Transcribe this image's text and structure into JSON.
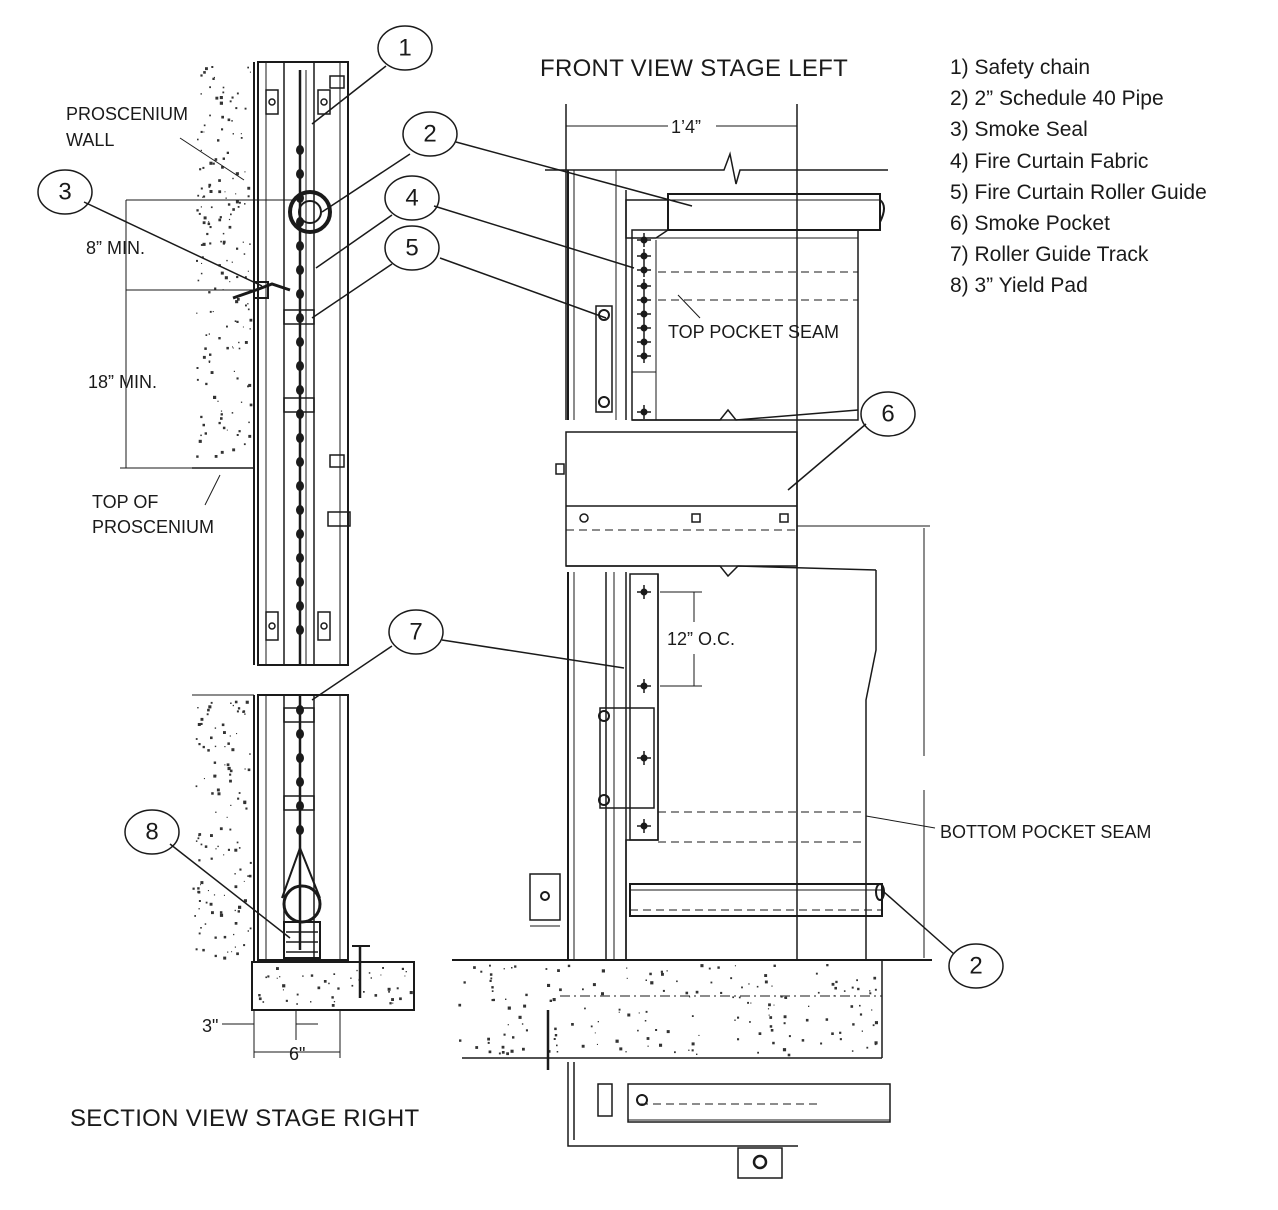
{
  "views": {
    "front_title": "FRONT VIEW STAGE LEFT",
    "section_title": "SECTION VIEW STAGE RIGHT"
  },
  "legend": [
    {
      "label": "1) Safety chain"
    },
    {
      "label": "2) 2” Schedule 40 Pipe"
    },
    {
      "label": "3) Smoke Seal"
    },
    {
      "label": "4) Fire Curtain Fabric"
    },
    {
      "label": "5) Fire Curtain Roller Guide"
    },
    {
      "label": "6) Smoke Pocket"
    },
    {
      "label": "7) Roller Guide Track"
    },
    {
      "label": "8) 3” Yield Pad"
    }
  ],
  "callouts": [
    "1",
    "2",
    "3",
    "4",
    "5",
    "6",
    "7",
    "8",
    "2"
  ],
  "section_labels": {
    "proscenium_wall_1": "PROSCENIUM",
    "proscenium_wall_2": "WALL",
    "min_8": "8” MIN.",
    "min_18": "18” MIN.",
    "top_of_1": "TOP OF",
    "top_of_2": "PROSCENIUM",
    "dim_3": "3\"",
    "dim_6": "6\""
  },
  "front_labels": {
    "width": "1’4”",
    "top_seam": "TOP POCKET SEAM",
    "spacing": "12” O.C.",
    "bottom_seam": "BOTTOM POCKET SEAM"
  }
}
